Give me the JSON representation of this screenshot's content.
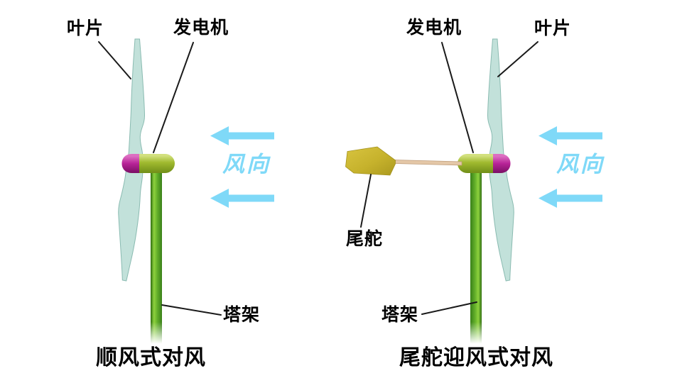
{
  "figure": {
    "type": "diagram",
    "topic": "wind-turbine yaw orientation comparison",
    "background": "#ffffff",
    "wind": {
      "label": "风向",
      "direction": "right-to-left",
      "arrow_color": "#7fd9f8"
    },
    "left_turbine": {
      "caption": "顺风式对风",
      "blade_label": "叶片",
      "generator_label": "发电机",
      "tower_label": "塔架"
    },
    "right_turbine": {
      "caption": "尾舵迎风式对风",
      "blade_label": "叶片",
      "generator_label": "发电机",
      "tower_label": "塔架",
      "rudder_label": "尾舵"
    },
    "colors": {
      "blade": "#b9ddd5",
      "blade_edge": "#8abbb1",
      "nacelle_green": "#a0ba2f",
      "hub_magenta": "#b82498",
      "tower_green": "#5aa827",
      "rudder_gold": "#c6b22c",
      "boom_tan": "#e4c7a7",
      "leader_line": "#1a1a1a",
      "label_text": "#000000"
    }
  }
}
